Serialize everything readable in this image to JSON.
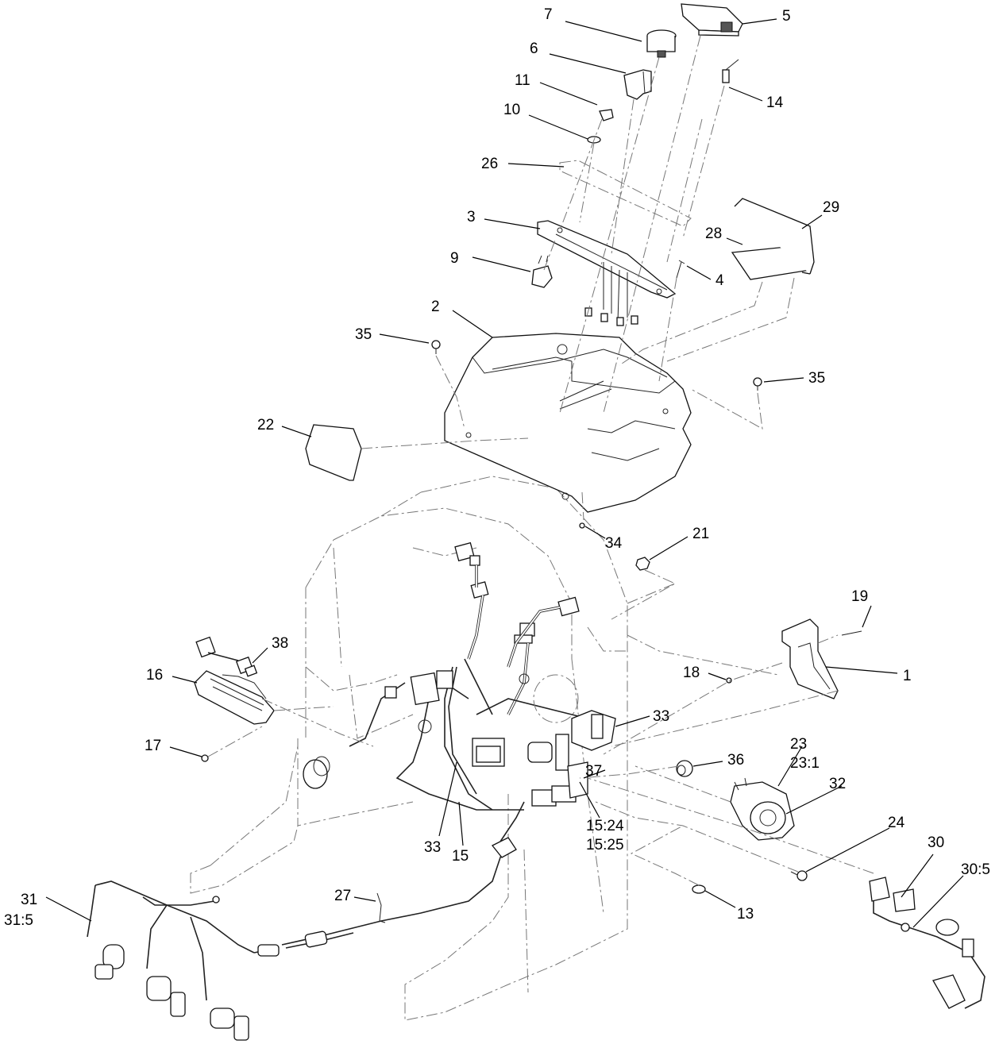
{
  "callouts": {
    "c1": "1",
    "c2": "2",
    "c3": "3",
    "c4": "4",
    "c5": "5",
    "c6": "6",
    "c7": "7",
    "c9": "9",
    "c10": "10",
    "c11": "11",
    "c13": "13",
    "c14": "14",
    "c15": "15",
    "c15_24": "15:24",
    "c15_25": "15:25",
    "c16": "16",
    "c17": "17",
    "c18": "18",
    "c19": "19",
    "c21": "21",
    "c22": "22",
    "c23": "23",
    "c23_1": "23:1",
    "c24": "24",
    "c26": "26",
    "c27": "27",
    "c28": "28",
    "c29": "29",
    "c30": "30",
    "c30_5": "30:5",
    "c31": "31",
    "c31_5": "31:5",
    "c32": "32",
    "c33a": "33",
    "c33b": "33",
    "c34": "34",
    "c35a": "35",
    "c35b": "35",
    "c36": "36",
    "c37": "37",
    "c38": "38"
  }
}
